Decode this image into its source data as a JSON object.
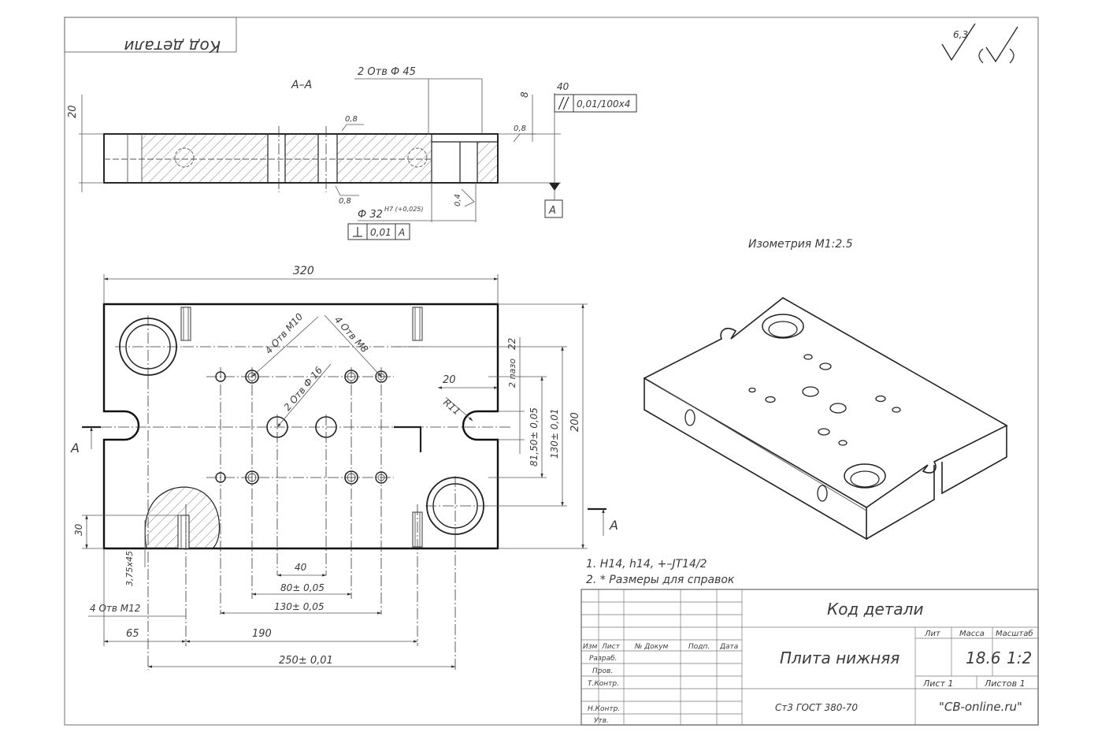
{
  "code_stamp": "Код детали",
  "surface_finish": {
    "roughness": "6,3"
  },
  "section_view": {
    "title": "А–А",
    "holes_note": "2 Отв Ф 45",
    "dim_20": "20",
    "dim_40": "40",
    "dim_8": "8",
    "roughness_1": "0,8",
    "roughness_2": "0,8",
    "roughness_3": "0,8",
    "roughness_4": "0,4",
    "parallel_tol": "0,01/100х4",
    "datum": "А",
    "bore": "Ф 32",
    "bore_tol": "H7 (+0,025)",
    "perp_tol": "0,01",
    "perp_datum": "А"
  },
  "plan_view": {
    "dim_320": "320",
    "dim_200": "200",
    "dim_130v": "130± 0,01",
    "dim_81": "81,50± 0,05",
    "dim_22": "22",
    "note_slot": "2 пазо",
    "dim_20s": "20",
    "note_R11": "R11",
    "note_M10": "4 Отв М10",
    "note_M8": "4 Отв М8",
    "note_phi16": "2 Отв Ф 16",
    "section_mark_left": "А",
    "section_mark_right": "А",
    "dim_30": "30",
    "dim_375": "3,75х45",
    "dim_40h": "40",
    "dim_80": "80± 0,05",
    "dim_130h": "130± 0,05",
    "note_M12": "4 Отв М12",
    "dim_65": "65",
    "dim_190": "190",
    "dim_250": "250± 0,01"
  },
  "iso_view": {
    "title": "Изометрия М1:2.5"
  },
  "notes": [
    "1. Н14, h14, +–JT14/2",
    "2. * Размеры для справок"
  ],
  "title_block": {
    "code": "Код детали",
    "name": "Плита нижняя",
    "material": "Ст3 ГОСТ 380-70",
    "company": "\"CB-online.ru\"",
    "mass": "18.6",
    "scale": "1:2",
    "col_lit": "Лит",
    "col_mass": "Масса",
    "col_scale": "Масштаб",
    "sheet": "Лист 1",
    "sheets": "Листов 1",
    "col_izm": "Изм",
    "col_list": "Лист",
    "col_doc": "№ Докум",
    "col_sign": "Подп.",
    "col_date": "Дата",
    "row_dev": "Разраб.",
    "row_check": "Пров.",
    "row_tcontr": "Т.Контр.",
    "row_ncontr": "Н.Контр.",
    "row_approve": "Утв."
  }
}
